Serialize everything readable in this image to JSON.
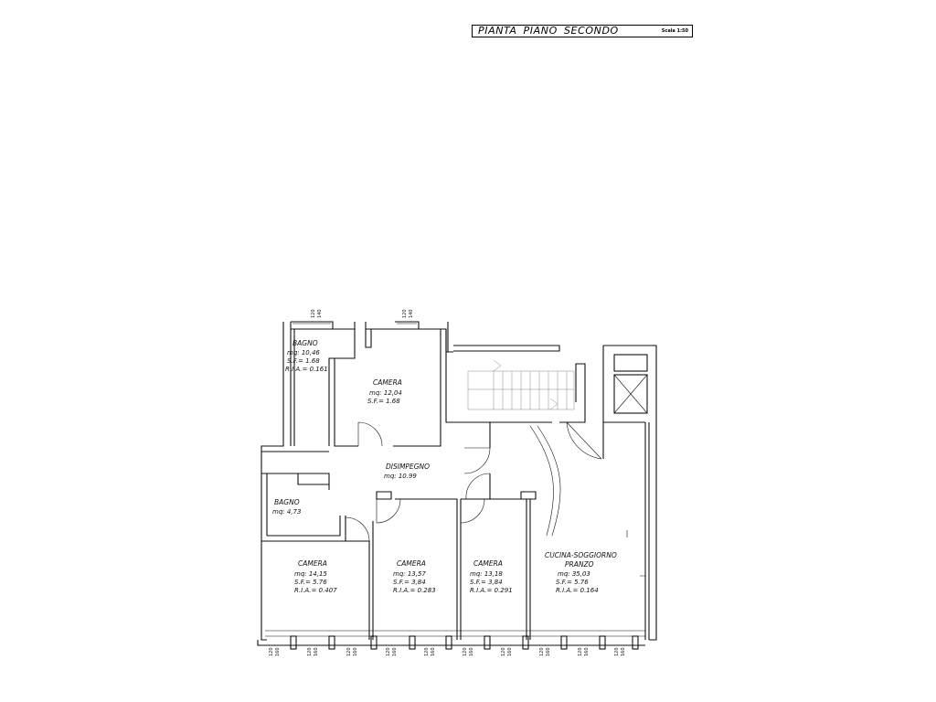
{
  "header": {
    "title": "PIANTA  PIANO  SECONDO",
    "scale": "Scala  1:50"
  },
  "rooms": [
    {
      "name": "BAGNO",
      "area": "mq: 10,46",
      "sf": "S.F.=  1.68",
      "ria": "R.I.A.=  0.161"
    },
    {
      "name": "CAMERA",
      "area": "mq: 12,04",
      "sf": "S.F.=  1.68",
      "ria": ""
    },
    {
      "name": "DISIMPEGNO",
      "area": "mq: 10.99",
      "sf": "",
      "ria": ""
    },
    {
      "name": "BAGNO",
      "area": "mq: 4,73",
      "sf": "",
      "ria": ""
    },
    {
      "name": "CAMERA",
      "area": "mq: 14,15",
      "sf": "S.F.=  5.76",
      "ria": "R.I.A.=  0.407"
    },
    {
      "name": "CAMERA",
      "area": "mq: 13,57",
      "sf": "S.F.=  3,84",
      "ria": "R.I.A.=  0.283"
    },
    {
      "name": "CAMERA",
      "area": "mq: 13,18",
      "sf": "S.F.=  3,84",
      "ria": "R.I.A.=  0.291"
    },
    {
      "name": "CUCINA-SOGGIORNO",
      "name2": "PRANZO",
      "area": "mq: 35,03",
      "sf": "S.F.=  5.76",
      "ria": "R.I.A.=  0.164"
    }
  ],
  "window_dims": {
    "a": "120",
    "b": "140",
    "c": "160"
  }
}
